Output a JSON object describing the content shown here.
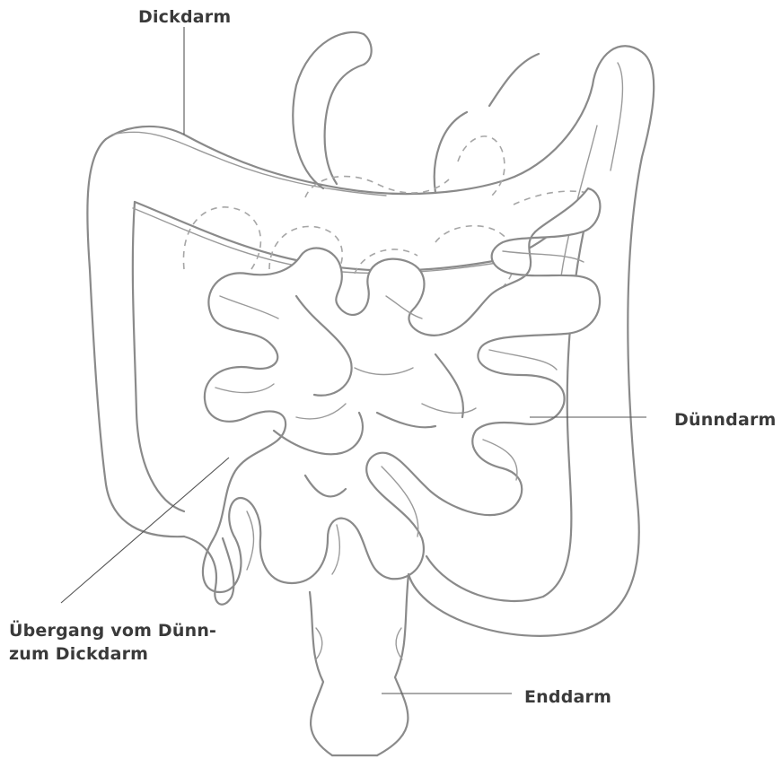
{
  "labels": {
    "dickdarm": "Dickdarm",
    "duenndarm": "Dünndarm",
    "enddarm": "Enddarm",
    "uebergang_line1": "Übergang vom Dünn-",
    "uebergang_line2": "zum Dickdarm"
  },
  "colors": {
    "outline": "#8a8a8a",
    "hidden_outline": "#a6a6a6",
    "leader_line": "#555555",
    "label_text": "#3a3a3a",
    "background": "#ffffff"
  }
}
